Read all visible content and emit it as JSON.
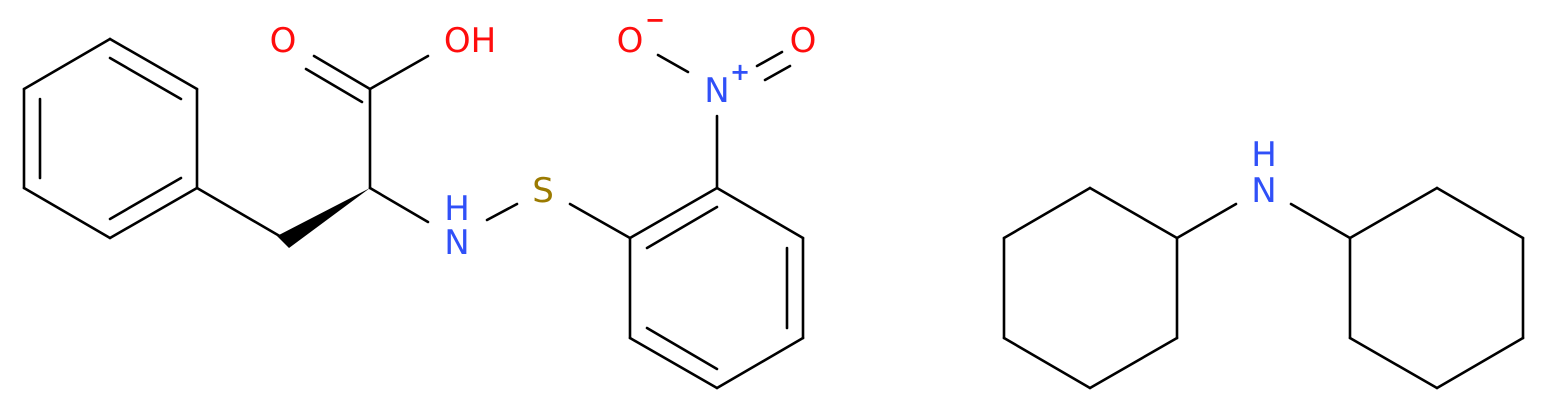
{
  "colors": {
    "bond": "#000000",
    "oxygen": "#ff0d0d",
    "nitrogen": "#3050f8",
    "sulfur": "#9b7a00"
  },
  "labels": {
    "carbonyl_oxygen": "O",
    "hydroxyl": "OH",
    "amine_n": "N",
    "amine_h": "H",
    "sulfur": "S",
    "nitro_n": "N",
    "nitro_n_charge": "+",
    "nitro_o_minus": "O",
    "nitro_o_minus_charge": "−",
    "nitro_o": "O",
    "dicyclohexylamine_n": "N",
    "dicyclohexylamine_h": "H"
  }
}
